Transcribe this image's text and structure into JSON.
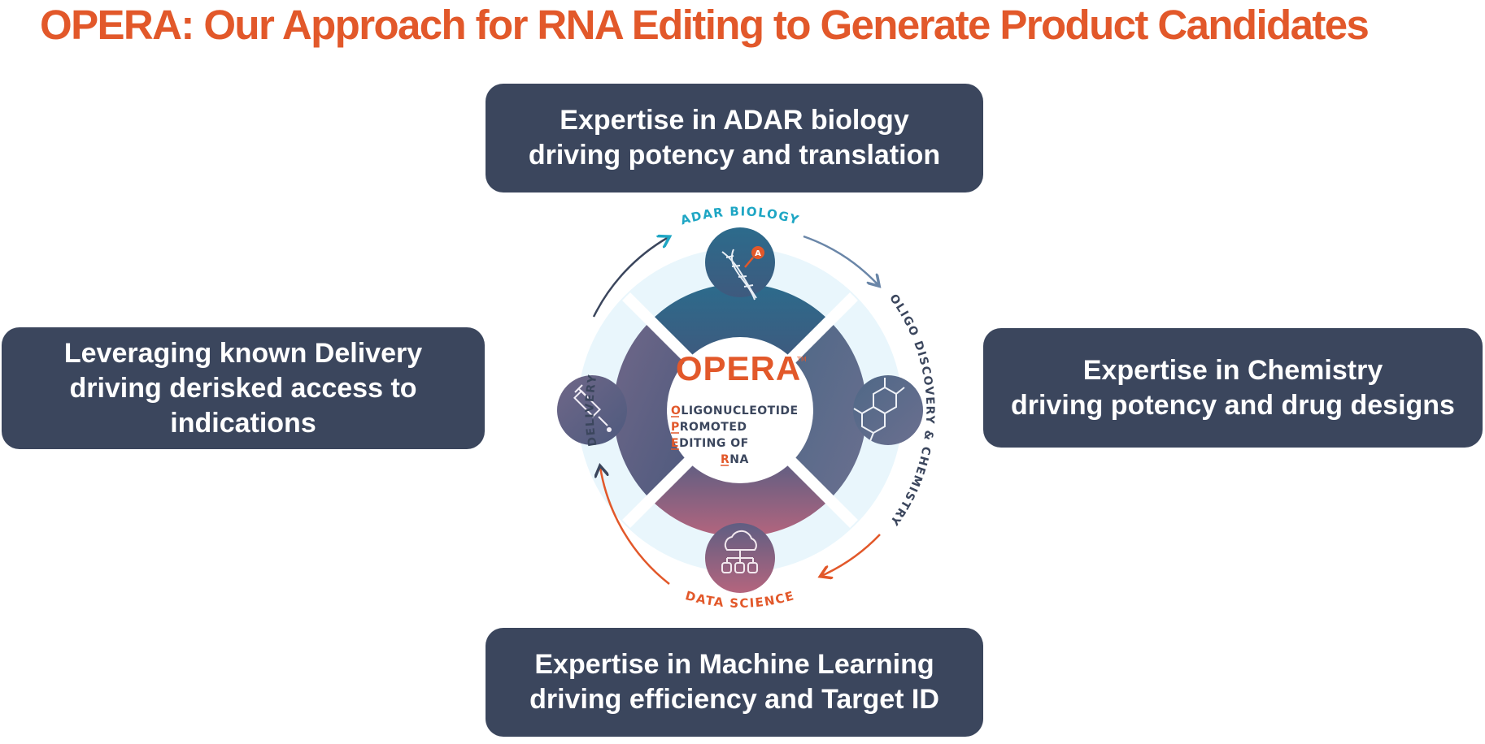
{
  "title": "OPERA: Our Approach for RNA Editing to Generate Product Candidates",
  "boxes": {
    "top": {
      "line1": "Expertise in ADAR biology",
      "line2": "driving potency and translation"
    },
    "left": {
      "line1": "Leveraging known Delivery",
      "line2": "driving derisked access to",
      "line3": "indications"
    },
    "right": {
      "line1": "Expertise in Chemistry",
      "line2": "driving potency and drug designs"
    },
    "bottom": {
      "line1": "Expertise in Machine Learning",
      "line2": "driving efficiency and Target ID"
    }
  },
  "wheel": {
    "logo": "OPERA",
    "trademark": "TM",
    "acronym": [
      {
        "initial": "O",
        "rest": "LIGONUCLEOTIDE"
      },
      {
        "initial": "P",
        "rest": "ROMOTED"
      },
      {
        "initial": "E",
        "rest": "DITING OF"
      },
      {
        "initial": "R",
        "rest": "NA"
      }
    ],
    "labels": {
      "adar": "ADAR BIOLOGY",
      "chemistry": "OLIGO DISCOVERY & CHEMISTRY",
      "data": "DATA SCIENCE",
      "delivery": "DELIVERY"
    },
    "adenosine_badge": "A"
  },
  "colors": {
    "title": "#e2582a",
    "box": "#3b465d",
    "arrow_teal": "#1ea6c4",
    "arrow_orange": "#e2582a",
    "arrow_navy": "#3b465d"
  }
}
